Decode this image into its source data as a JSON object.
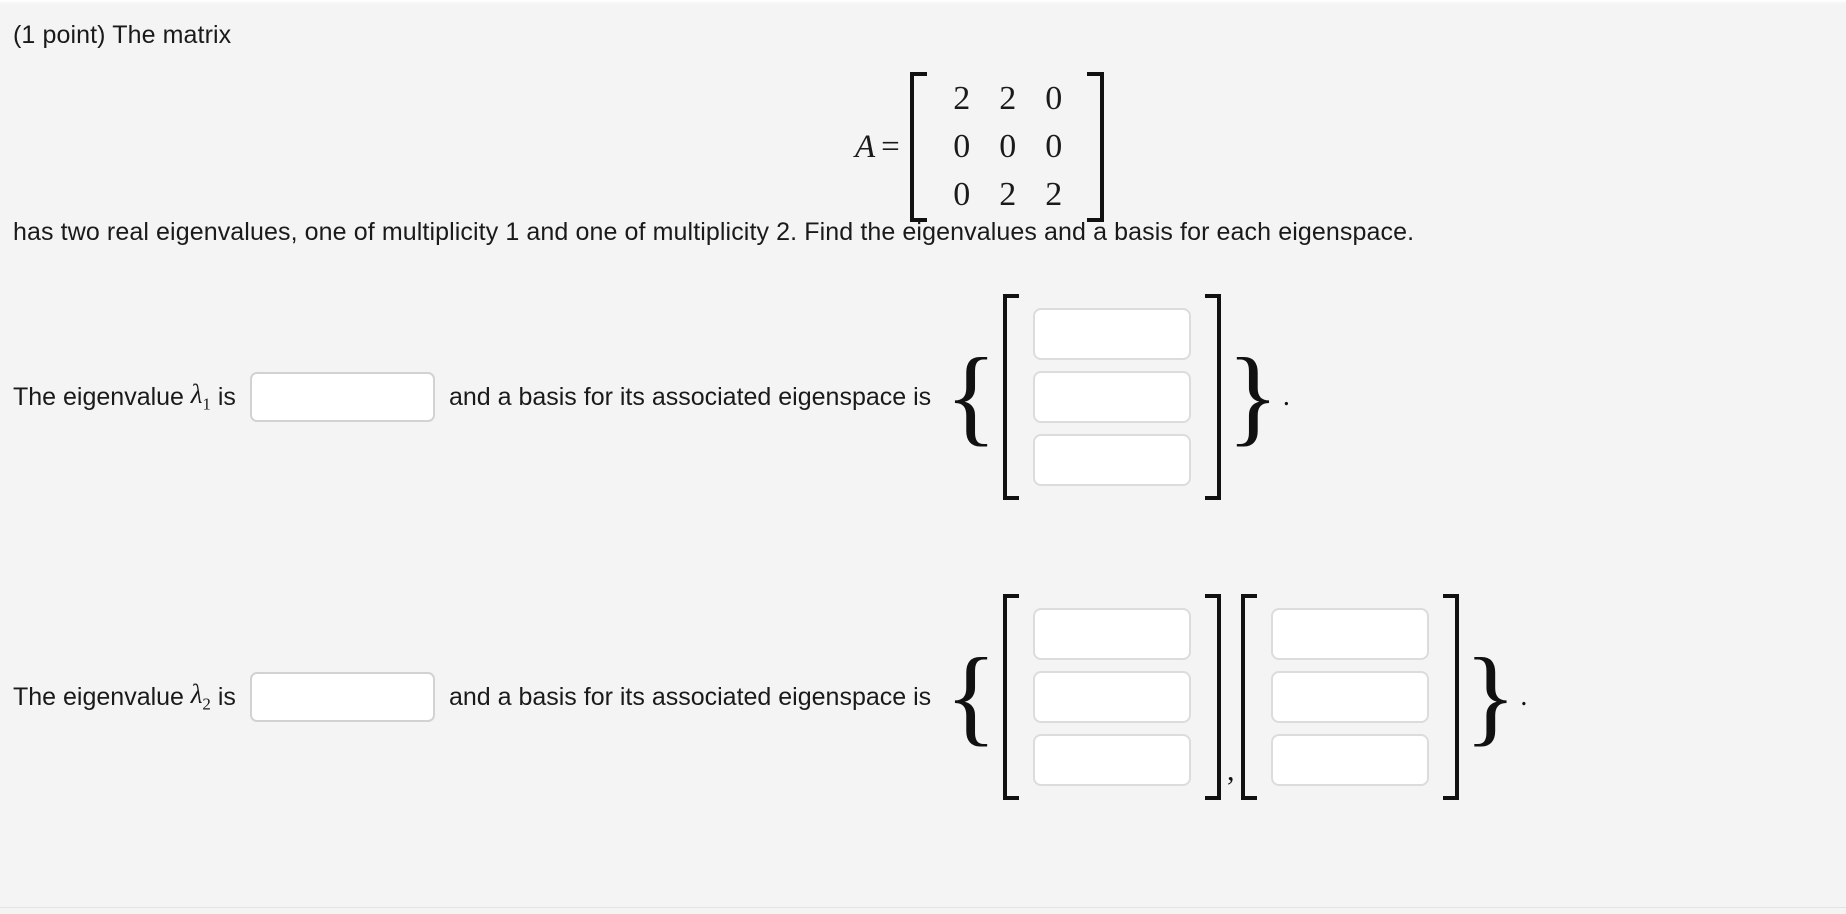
{
  "page": {
    "background_color": "#f4f4f4",
    "text_color": "#1a1a1a",
    "input_border_color": "#d8d8d8",
    "input_fill_color": "#ffffff"
  },
  "problem": {
    "points_label": "(1 point) The matrix",
    "description": "has two real eigenvalues, one of multiplicity 1 and one of multiplicity 2. Find the eigenvalues and a basis for each eigenspace.",
    "multiplicity_one": "1",
    "multiplicity_two": "2"
  },
  "matrix": {
    "name": "A",
    "equals": "=",
    "rows": [
      [
        "2",
        "2",
        "0"
      ],
      [
        "0",
        "0",
        "0"
      ],
      [
        "0",
        "2",
        "2"
      ]
    ]
  },
  "eigen_rows": [
    {
      "lead_text": "The eigenvalue",
      "symbol": "λ",
      "subscript": "1",
      "is_text": "is",
      "eigenvalue_input": {
        "value": "",
        "placeholder": ""
      },
      "mid_text": "and a basis for its associated eigenspace is",
      "open_brace": "{",
      "close_brace": "}",
      "vectors": [
        {
          "cells": [
            {
              "value": ""
            },
            {
              "value": ""
            },
            {
              "value": ""
            }
          ]
        }
      ],
      "separator": "",
      "trailing": "."
    },
    {
      "lead_text": "The eigenvalue",
      "symbol": "λ",
      "subscript": "2",
      "is_text": "is",
      "eigenvalue_input": {
        "value": "",
        "placeholder": ""
      },
      "mid_text": "and a basis for its associated eigenspace is",
      "open_brace": "{",
      "close_brace": "}",
      "vectors": [
        {
          "cells": [
            {
              "value": ""
            },
            {
              "value": ""
            },
            {
              "value": ""
            }
          ]
        },
        {
          "cells": [
            {
              "value": ""
            },
            {
              "value": ""
            },
            {
              "value": ""
            }
          ]
        }
      ],
      "separator": ",",
      "trailing": "."
    }
  ]
}
